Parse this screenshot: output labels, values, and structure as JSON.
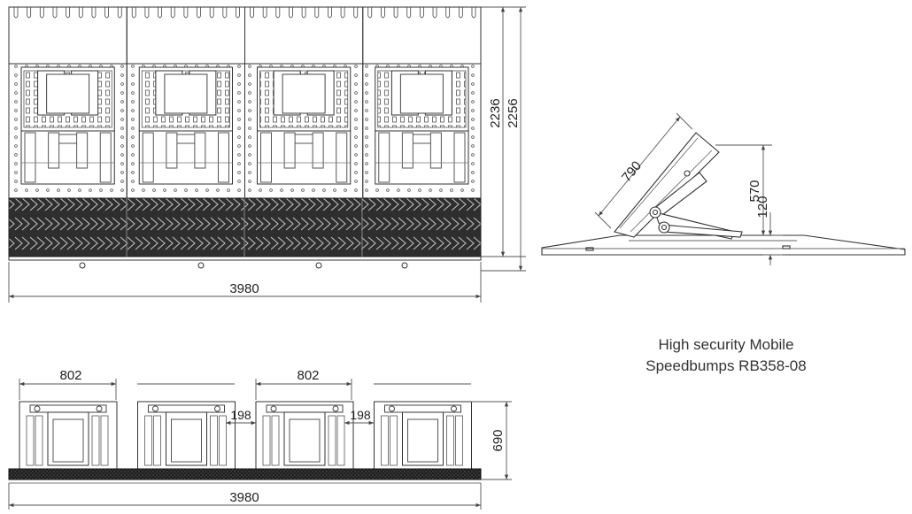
{
  "caption": {
    "line1": "High security Mobile",
    "line2": "Speedbumps RB358-08"
  },
  "top_view": {
    "width_label": "3980",
    "height_inner_label": "2236",
    "height_outer_label": "2256",
    "module_count": 4
  },
  "side_view": {
    "plate_length_label": "790",
    "raised_height_label": "570",
    "base_height_label": "120"
  },
  "front_view": {
    "width_label": "3980",
    "module_width_label_1": "802",
    "module_width_label_2": "802",
    "gap_label_1": "198",
    "gap_label_2": "198",
    "height_label": "690",
    "module_count": 4
  },
  "colors": {
    "line": "#333333",
    "dim": "#555555",
    "tread": "#3a3a3a"
  }
}
